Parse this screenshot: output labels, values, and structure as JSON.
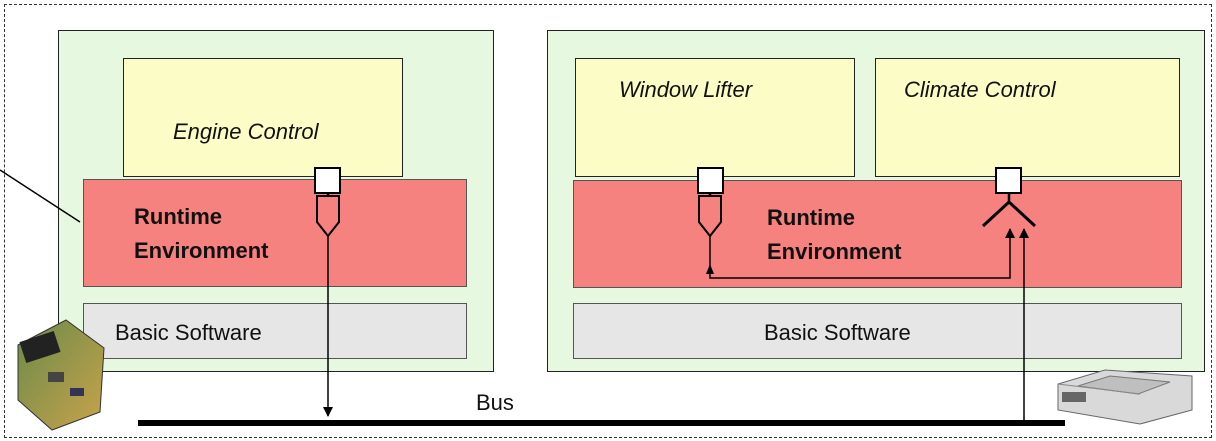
{
  "ecus": [
    {
      "components": [
        {
          "label": "Engine Control"
        }
      ],
      "rte": {
        "line1": "Runtime",
        "line2": "Environment"
      },
      "bsw": {
        "label": "Basic Software"
      }
    },
    {
      "components": [
        {
          "label": "Window Lifter"
        },
        {
          "label": "Climate Control"
        }
      ],
      "rte": {
        "line1": "Runtime",
        "line2": "Environment"
      },
      "bsw": {
        "label": "Basic Software"
      }
    }
  ],
  "bus": {
    "label": "Bus"
  },
  "colors": {
    "ecu_fill": "#e6f8e0",
    "component_fill": "#fcfcc6",
    "rte_fill": "#f5827f",
    "bsw_fill": "#e6e6e6",
    "bus_line": "#000000"
  }
}
